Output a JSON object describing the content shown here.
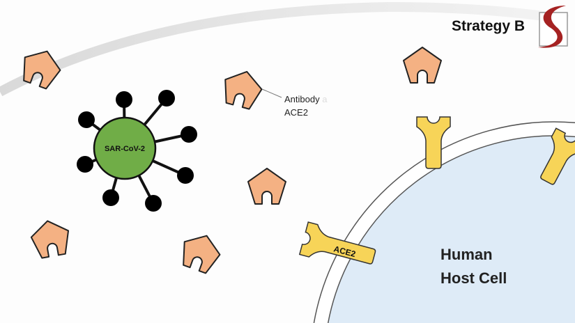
{
  "title": "Strategy B",
  "virus": {
    "label": "SAR-CoV-2"
  },
  "annotation": {
    "line1": "Antibody",
    "line1_faded": "a",
    "line2": "ACE2"
  },
  "receptor": {
    "label": "ACE2"
  },
  "cell": {
    "line1": "Human",
    "line2": "Host Cell"
  },
  "colors": {
    "antibody": "#f4b183",
    "virus": "#70ad47",
    "receptor": "#f7d458",
    "cell": "#deebf7",
    "logo": "#a52222"
  }
}
